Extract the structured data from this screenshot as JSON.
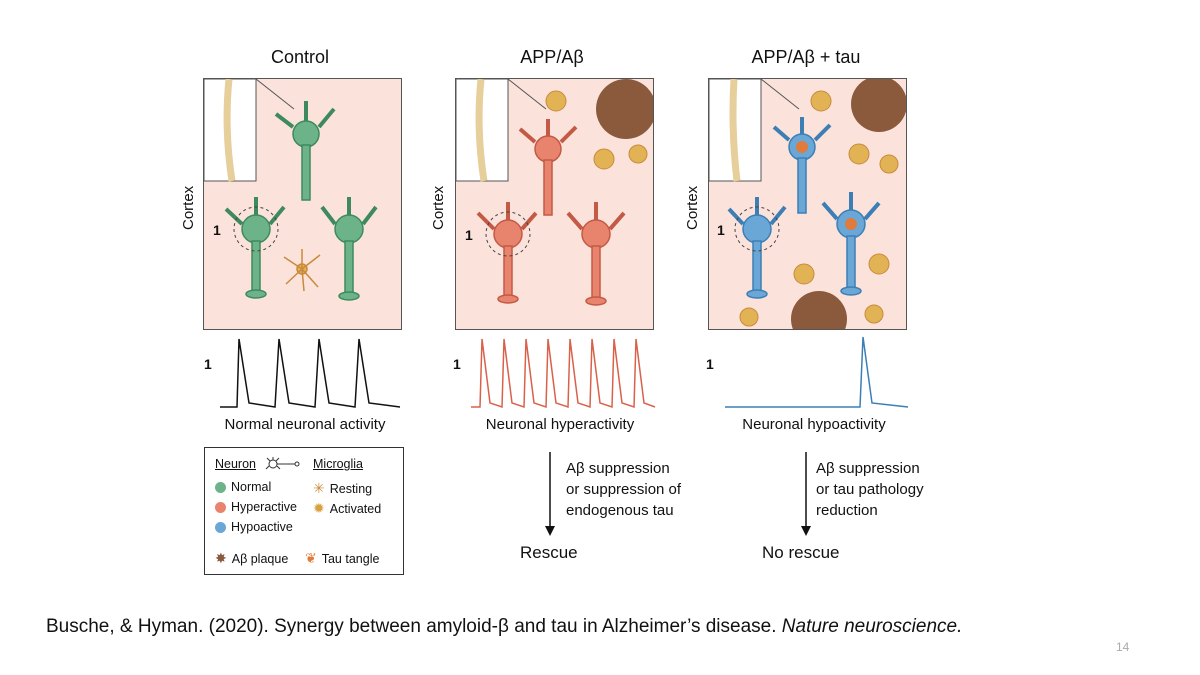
{
  "panels": [
    {
      "title": "Control",
      "trace_label": "Normal neuronal activity"
    },
    {
      "title": "APP/Aβ",
      "trace_label": "Neuronal hyperactivity"
    },
    {
      "title": "APP/Aβ + tau",
      "trace_label": "Neuronal hypoactivity"
    }
  ],
  "cortex_label": "Cortex",
  "neuron_marker": "1",
  "rescue_notes": [
    {
      "lines": [
        "Aβ suppression",
        "or suppression of",
        "endogenous tau"
      ],
      "outcome": "Rescue"
    },
    {
      "lines": [
        "Aβ suppression",
        "or tau pathology",
        "reduction"
      ],
      "outcome": "No rescue"
    }
  ],
  "legend": {
    "neuron_header": "Neuron",
    "microglia_header": "Microglia",
    "normal": "Normal",
    "hyperactive": "Hyperactive",
    "hypoactive": "Hypoactive",
    "resting": "Resting",
    "activated": "Activated",
    "plaque": "Aβ plaque",
    "tangle": "Tau tangle"
  },
  "citation": {
    "text": "Busche, & Hyman. (2020). Synergy between amyloid-β and tau in Alzheimer’s disease. ",
    "journal": "Nature neuroscience."
  },
  "slide_number": "14",
  "colors": {
    "normal": "#6db38a",
    "hyperactive": "#e8836e",
    "hypoactive": "#6aa6d6",
    "microglia": "#e2b355",
    "plaque": "#8b5a3c",
    "box_bg": "#fbe3dc"
  }
}
